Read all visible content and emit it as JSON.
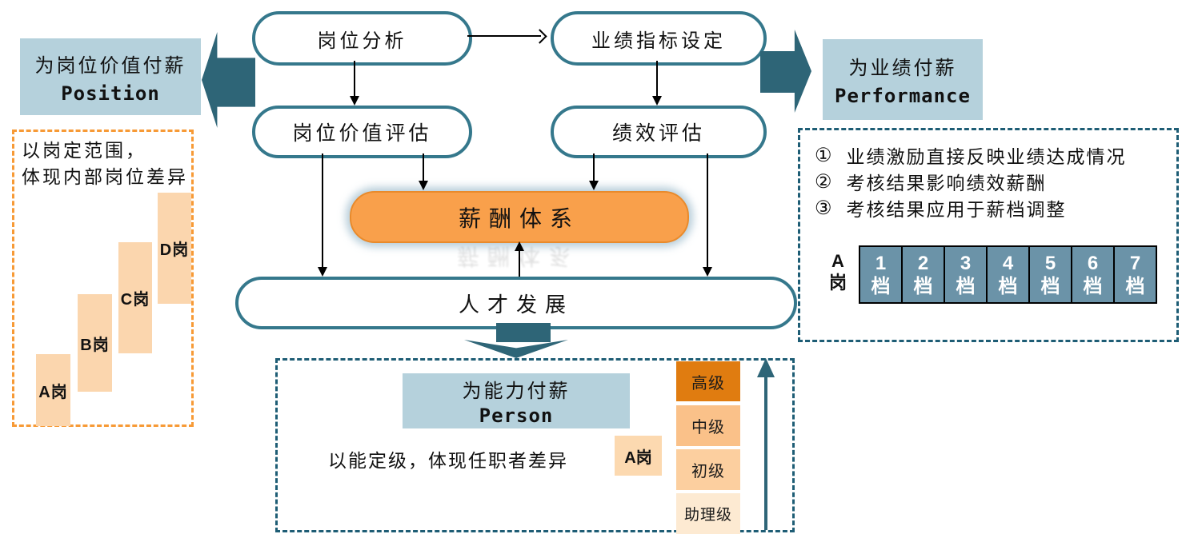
{
  "palette": {
    "teal_border": "#35788C",
    "dark_teal": "#2E6577",
    "light_blue": "#B5D1DC",
    "orange_fill": "#F9A04B",
    "orange_border": "#E98A2B",
    "peach": "#FBD6AE",
    "grade_cell_blue": "#6B93A8",
    "orange_dash": "#F79A36",
    "blue_dash": "#1E5D75"
  },
  "flow": {
    "position_analysis": "岗位分析",
    "kpi_setting": "业绩指标设定",
    "position_value_eval": "岗位价值评估",
    "performance_eval": "绩效评估",
    "compensation_system": "薪酬体系",
    "talent_development": "人才发展"
  },
  "left_panel": {
    "title_cn": "为岗位价值付薪",
    "title_en": "Position",
    "note_line1": "以岗定范围，",
    "note_line2": "体现内部岗位差异",
    "bars": [
      {
        "label": "A岗"
      },
      {
        "label": "B岗"
      },
      {
        "label": "C岗"
      },
      {
        "label": "D岗"
      }
    ]
  },
  "right_panel": {
    "title_cn": "为业绩付薪",
    "title_en": "Performance",
    "items": [
      {
        "num": "①",
        "text": "业绩激励直接反映业绩达成情况"
      },
      {
        "num": "②",
        "text": "考核结果影响绩效薪酬"
      },
      {
        "num": "③",
        "text": "考核结果应用于薪档调整"
      }
    ],
    "grade_label_line1": "A",
    "grade_label_line2": "岗",
    "grades": [
      {
        "num": "1",
        "suffix": "档"
      },
      {
        "num": "2",
        "suffix": "档"
      },
      {
        "num": "3",
        "suffix": "档"
      },
      {
        "num": "4",
        "suffix": "档"
      },
      {
        "num": "5",
        "suffix": "档"
      },
      {
        "num": "6",
        "suffix": "档"
      },
      {
        "num": "7",
        "suffix": "档"
      }
    ]
  },
  "bottom_panel": {
    "title_cn": "为能力付薪",
    "title_en": "Person",
    "note": "以能定级，体现任职者差异",
    "post_label": "A岗",
    "levels": [
      {
        "label": "高级",
        "color": "#E07C10"
      },
      {
        "label": "中级",
        "color": "#FAC189"
      },
      {
        "label": "初级",
        "color": "#FCCF9F"
      },
      {
        "label": "助理级",
        "color": "#FDEAD2"
      }
    ]
  }
}
